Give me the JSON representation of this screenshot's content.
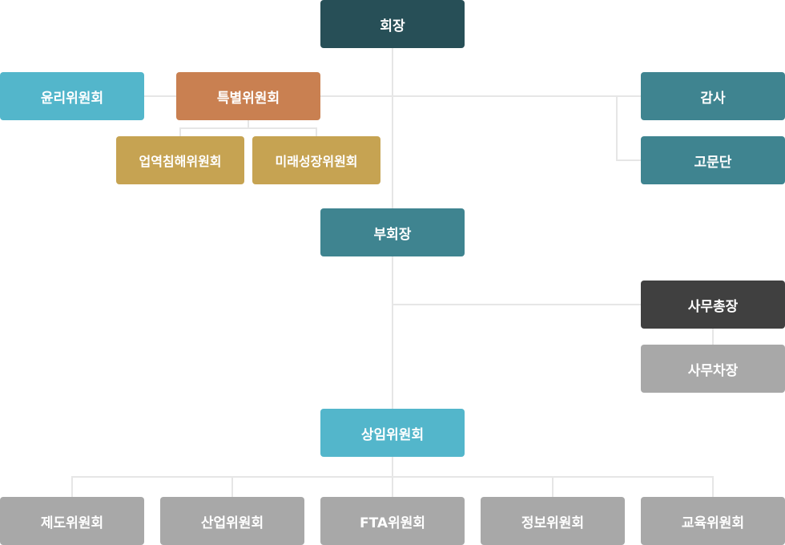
{
  "chairman": "회장",
  "ethics_committee": "윤리위원회",
  "special_committee": "특별위원회",
  "business_infringement_committee": "업역침해위원회",
  "future_growth_committee": "미래성장위원회",
  "audit": "감사",
  "advisory_group": "고문단",
  "vice_chairman": "부회장",
  "secretary_general": "사무총장",
  "deputy_secretary_general": "사무차장",
  "standing_committee": "상임위원회",
  "sub_committees": [
    "제도위원회",
    "산업위원회",
    "FTA위원회",
    "정보위원회",
    "교육위원회"
  ],
  "colors": {
    "chairman": "#274f57",
    "teal": "#3f8490",
    "sky": "#53b6cb",
    "special": "#c98051",
    "gold": "#c6a352",
    "secretary_general": "#404040",
    "gray": "#a8a8a8",
    "connector": "#e6e6e6"
  }
}
